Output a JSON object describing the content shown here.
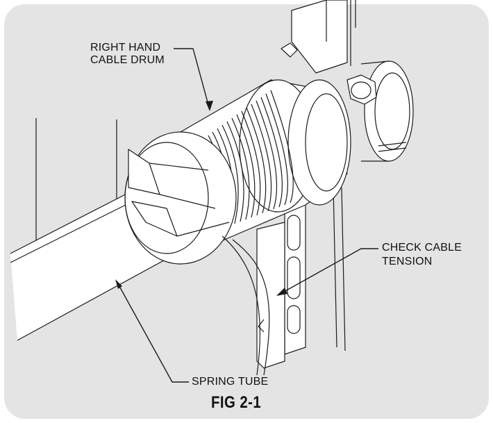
{
  "labels": {
    "drum_line1": "RIGHT HAND",
    "drum_line2": "CABLE DRUM",
    "check_line1": "CHECK CABLE",
    "check_line2": "TENSION",
    "spring_tube": "SPRING TUBE"
  },
  "caption": "FIG 2-1",
  "colors": {
    "background": "#e4e4e4",
    "line": "#1a1a1a",
    "fill": "#ffffff"
  }
}
